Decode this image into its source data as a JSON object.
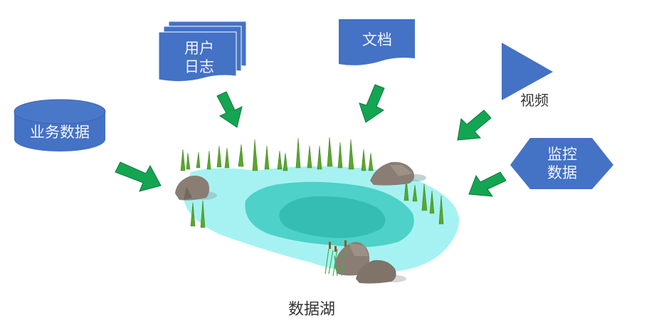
{
  "diagram": {
    "title": "数据湖",
    "colors": {
      "shape_fill": "#4472c4",
      "shape_text": "#f2f5fb",
      "arrow_fill": "#13a552",
      "arrow_stroke": "#0f7a3c",
      "lake_outer": "#a6f2f2",
      "lake_mid": "#4ed1c8",
      "lake_inner": "#36bdb3",
      "rock": "#8a7d74",
      "reed": "#5aa630",
      "label_text": "#333333"
    },
    "sources": [
      {
        "id": "business-data",
        "shape": "cylinder",
        "label": "业务数据"
      },
      {
        "id": "user-logs",
        "shape": "multi-document",
        "label_line1": "用户",
        "label_line2": "日志"
      },
      {
        "id": "documents",
        "shape": "document",
        "label": "文档"
      },
      {
        "id": "video",
        "shape": "triangle",
        "label": "视频"
      },
      {
        "id": "monitoring-data",
        "shape": "hexagon",
        "label_line1": "监控",
        "label_line2": "数据"
      }
    ],
    "arrows": [
      {
        "from": "business-data",
        "to": "data-lake"
      },
      {
        "from": "user-logs",
        "to": "data-lake"
      },
      {
        "from": "documents",
        "to": "data-lake"
      },
      {
        "from": "video",
        "to": "data-lake"
      },
      {
        "from": "monitoring-data",
        "to": "data-lake"
      }
    ],
    "target": {
      "id": "data-lake",
      "label": "数据湖"
    }
  }
}
